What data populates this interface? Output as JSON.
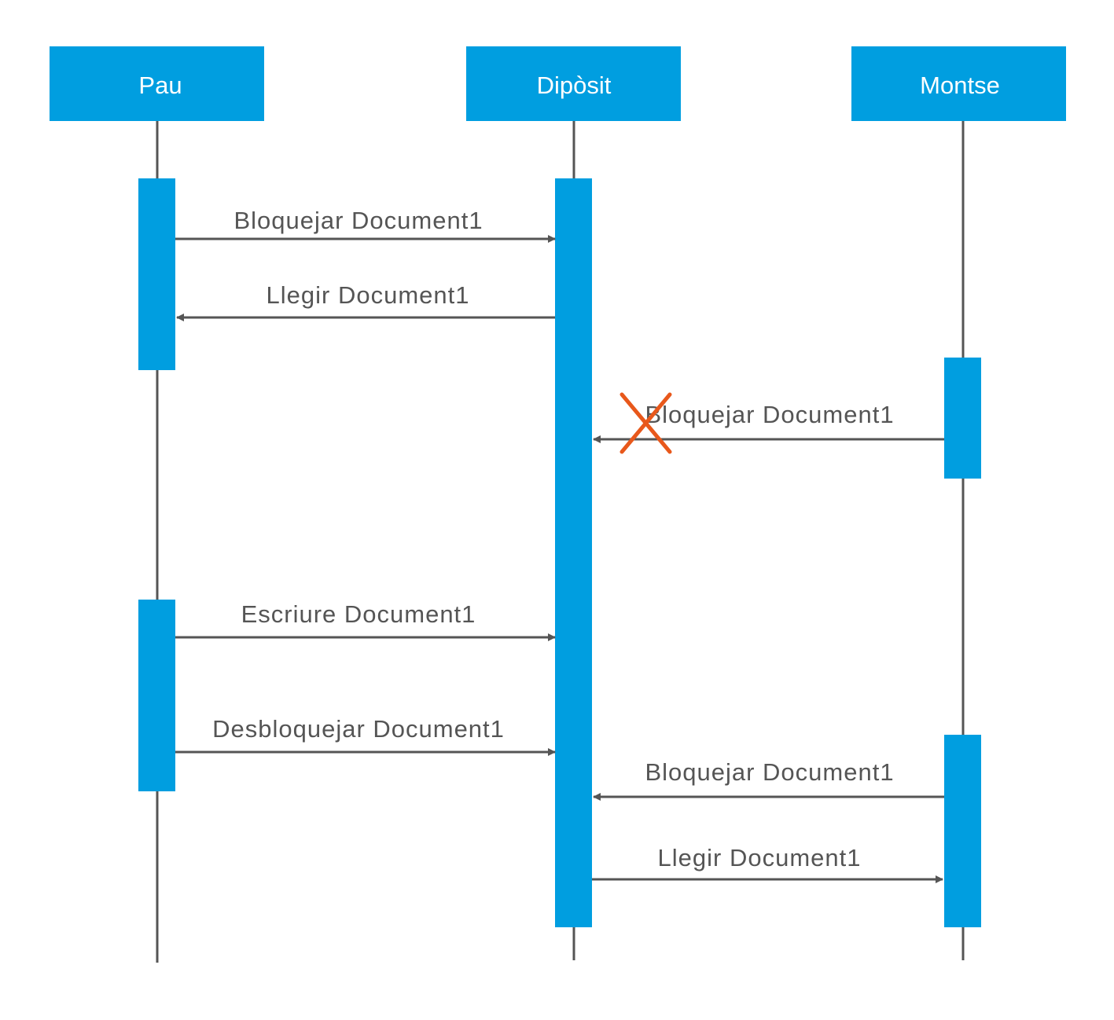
{
  "colors": {
    "participant": "#009ee0",
    "participant_text": "#ffffff",
    "line": "#555555",
    "label": "#555555",
    "cross": "#e8581b"
  },
  "participants": [
    {
      "id": "pau",
      "label": "Pau"
    },
    {
      "id": "diposit",
      "label": "Dipòsit"
    },
    {
      "id": "montse",
      "label": "Montse"
    }
  ],
  "messages": [
    {
      "from": "pau",
      "to": "diposit",
      "label": "Bloquejar Document1",
      "blocked": false
    },
    {
      "from": "diposit",
      "to": "pau",
      "label": "Llegir Document1",
      "blocked": false
    },
    {
      "from": "montse",
      "to": "diposit",
      "label": "Bloquejar Document1",
      "blocked": true
    },
    {
      "from": "pau",
      "to": "diposit",
      "label": "Escriure Document1",
      "blocked": false
    },
    {
      "from": "pau",
      "to": "diposit",
      "label": "Desbloquejar Document1",
      "blocked": false
    },
    {
      "from": "montse",
      "to": "diposit",
      "label": "Bloquejar Document1",
      "blocked": false
    },
    {
      "from": "diposit",
      "to": "montse",
      "label": "Llegir Document1",
      "blocked": false
    }
  ]
}
